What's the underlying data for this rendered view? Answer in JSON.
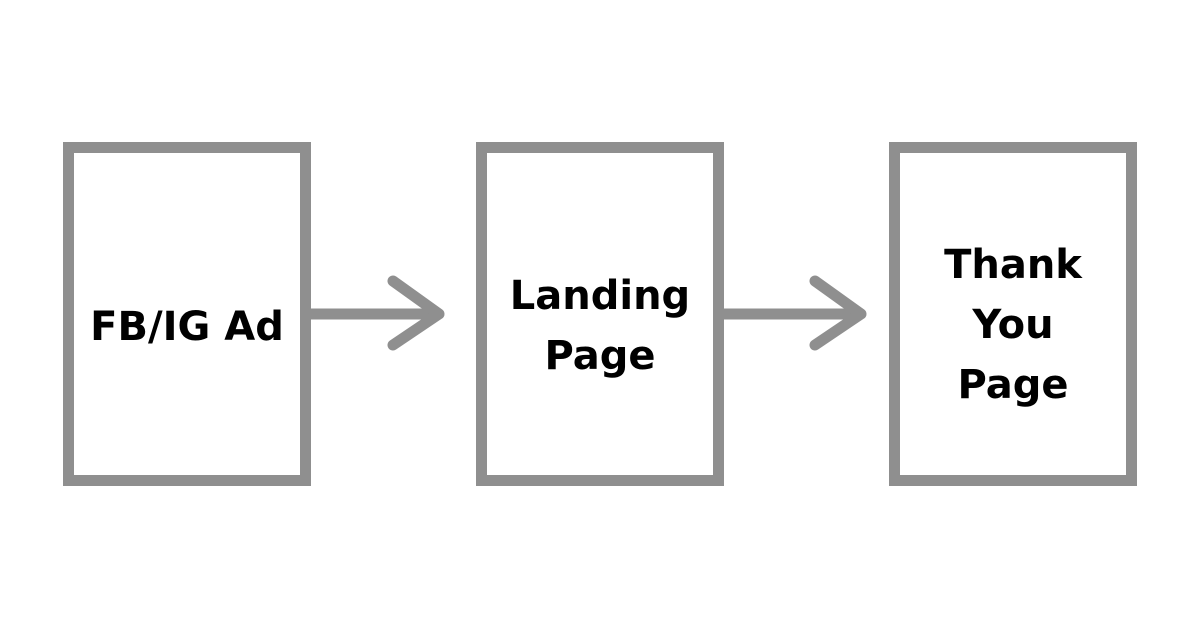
{
  "diagram": {
    "nodes": [
      {
        "lines": [
          "FB/IG Ad"
        ]
      },
      {
        "lines": [
          "Landing",
          "Page"
        ]
      },
      {
        "lines": [
          "Thank",
          "You",
          "Page"
        ]
      }
    ],
    "edges": [
      {
        "from": "FB/IG Ad",
        "to": "Landing Page"
      },
      {
        "from": "Landing Page",
        "to": "Thank You Page"
      }
    ]
  },
  "colors": {
    "border": "#8f8f8f",
    "arrow": "#8f8f8f",
    "text": "#000000",
    "background": "#ffffff"
  }
}
